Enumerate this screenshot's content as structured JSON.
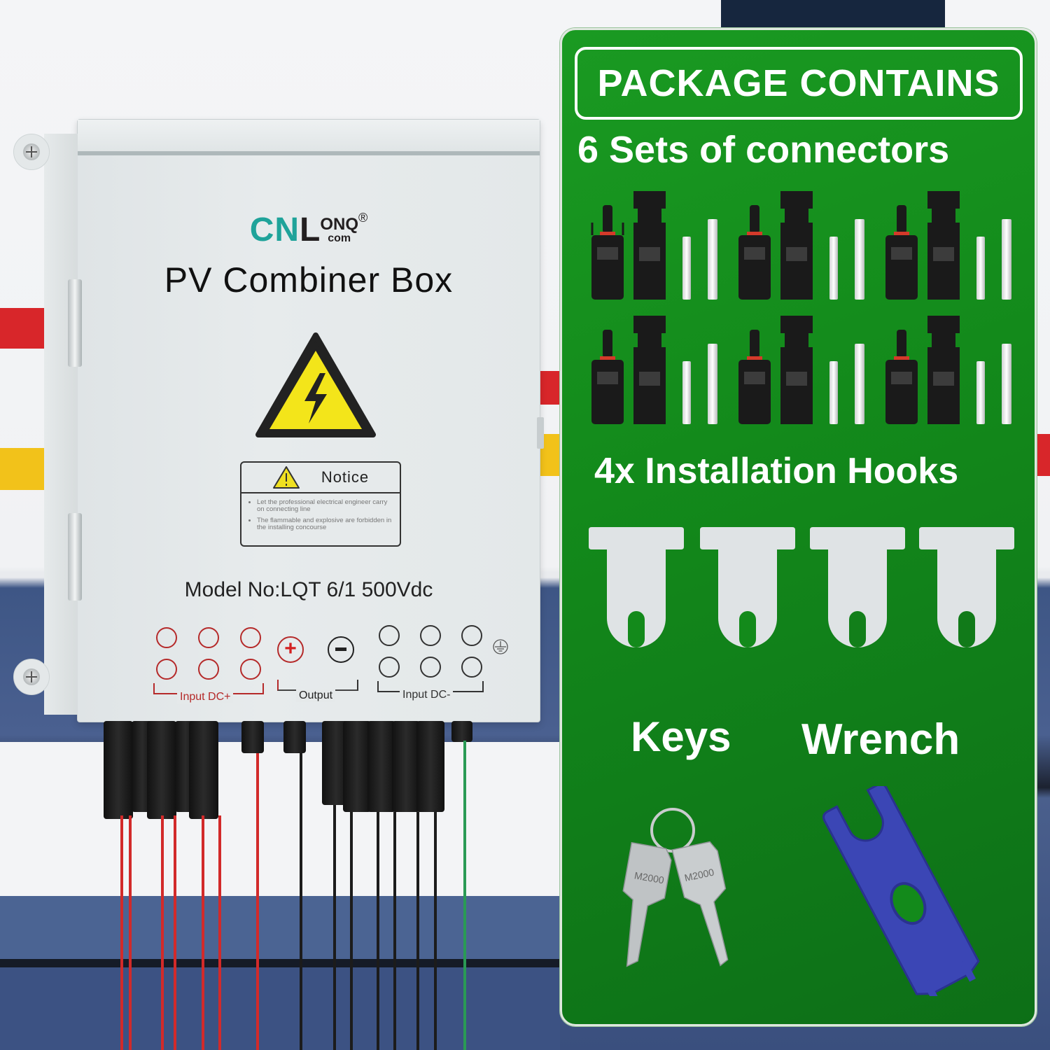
{
  "product": {
    "brand": {
      "logo_cn": "CN",
      "logo_l": "L",
      "logo_onq": "ONQ",
      "logo_com": "com",
      "registered": "®",
      "colors": {
        "cn": "#1fa39a",
        "lonq": "#231f20"
      }
    },
    "title": "PV Combiner Box",
    "notice": {
      "title": "Notice",
      "items": [
        "Let the professional electrical engineer carry on connecting line",
        "The flammable and explosive are forbidden in the installing concourse"
      ]
    },
    "model": "Model No:LQT 6/1 500Vdc",
    "terminals": {
      "input_dc_plus_label": "Input DC+",
      "output_label": "Output",
      "input_dc_minus_label": "Input DC-",
      "output_plus_symbol": "+",
      "input_count_per_side": 6,
      "colors": {
        "positive": "#b52a2a",
        "negative": "#222222",
        "ground": "#2a9a55"
      }
    }
  },
  "package": {
    "header": "PACKAGE CONTAINS",
    "connectors_label": "6 Sets of connectors",
    "connector_set_count": 6,
    "hooks_label": "4x Installation Hooks",
    "hook_count": 4,
    "keys_label": "Keys",
    "key_stamp": "M2000",
    "wrench_label": "Wrench",
    "colors": {
      "panel": "#138a1b",
      "text": "#ffffff",
      "wrench": "#3a45b0"
    }
  }
}
